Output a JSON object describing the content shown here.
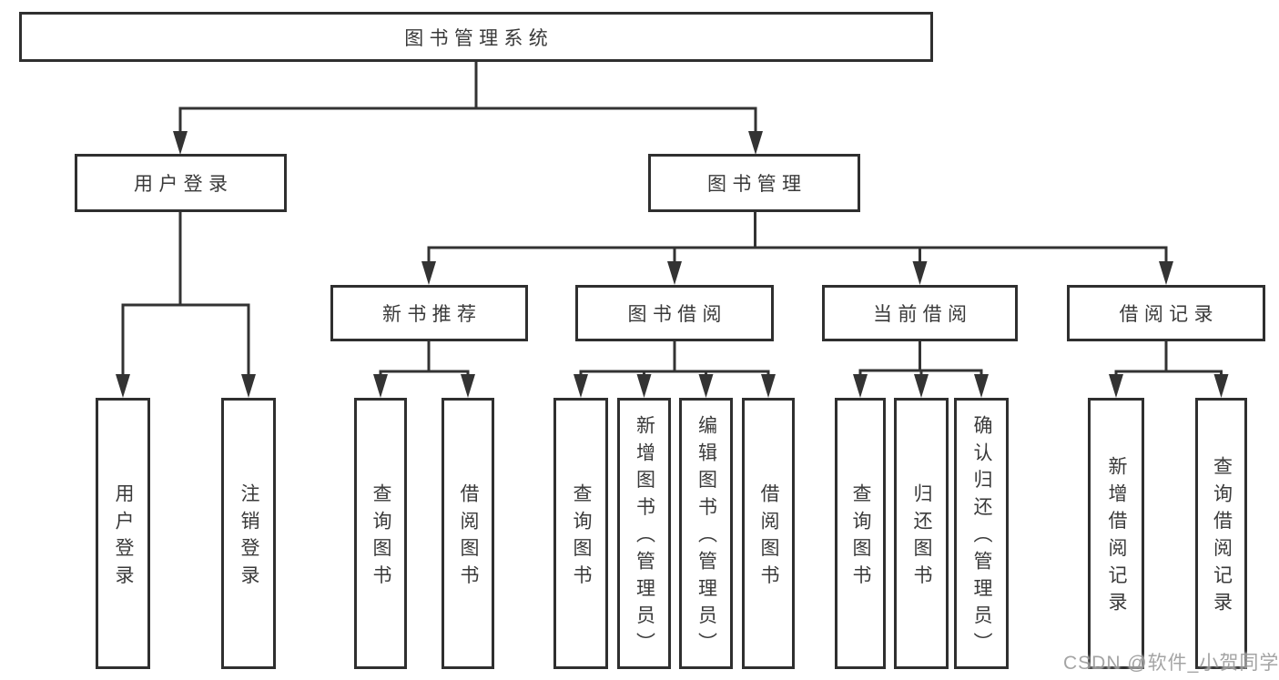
{
  "tree": {
    "label": "图书管理系统",
    "children": [
      {
        "label": "用户登录",
        "children": [
          {
            "label": "用户登录"
          },
          {
            "label": "注销登录"
          }
        ]
      },
      {
        "label": "图书管理",
        "children": [
          {
            "label": "新书推荐",
            "children": [
              {
                "label": "查询图书"
              },
              {
                "label": "借阅图书"
              }
            ]
          },
          {
            "label": "图书借阅",
            "children": [
              {
                "label": "查询图书"
              },
              {
                "label": "新增图书（管理员）"
              },
              {
                "label": "编辑图书（管理员）"
              },
              {
                "label": "借阅图书"
              }
            ]
          },
          {
            "label": "当前借阅",
            "children": [
              {
                "label": "查询图书"
              },
              {
                "label": "归还图书"
              },
              {
                "label": "确认归还（管理员）"
              }
            ]
          },
          {
            "label": "借阅记录",
            "children": [
              {
                "label": "新增借阅记录"
              },
              {
                "label": "查询借阅记录"
              }
            ]
          }
        ]
      }
    ]
  },
  "watermark": {
    "text": "CSDN @软件_小贺同学"
  },
  "colors": {
    "line": "#333333",
    "box-border": "#2f2f2f",
    "box-fill": "#ffffff",
    "text": "#3a3a3a",
    "watermark": "#9b9b9b",
    "background": "#ffffff"
  }
}
